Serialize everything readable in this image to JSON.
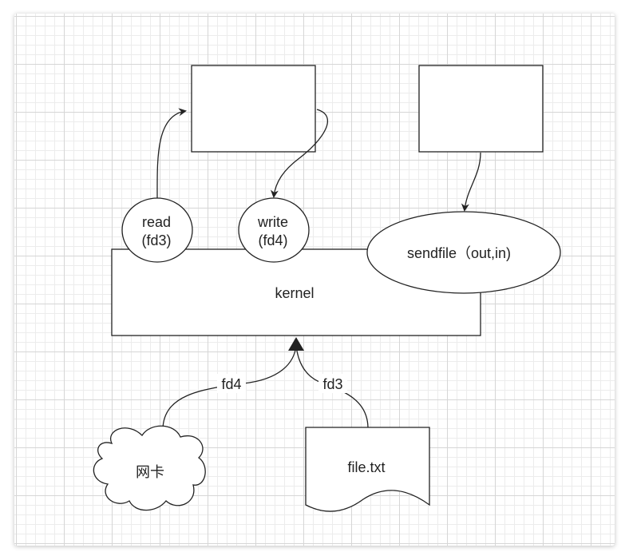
{
  "nodes": {
    "kernel": "kernel",
    "read_line1": "read",
    "read_line2": "(fd3)",
    "write_line1": "write",
    "write_line2": "(fd4)",
    "sendfile": "sendfile（out,in)",
    "nic": "网卡",
    "file": "file.txt"
  },
  "edges": {
    "nic_to_kernel": "fd4",
    "file_to_kernel": "fd3"
  },
  "colors": {
    "stroke": "#222222",
    "fill": "#ffffff",
    "text": "#222222"
  }
}
